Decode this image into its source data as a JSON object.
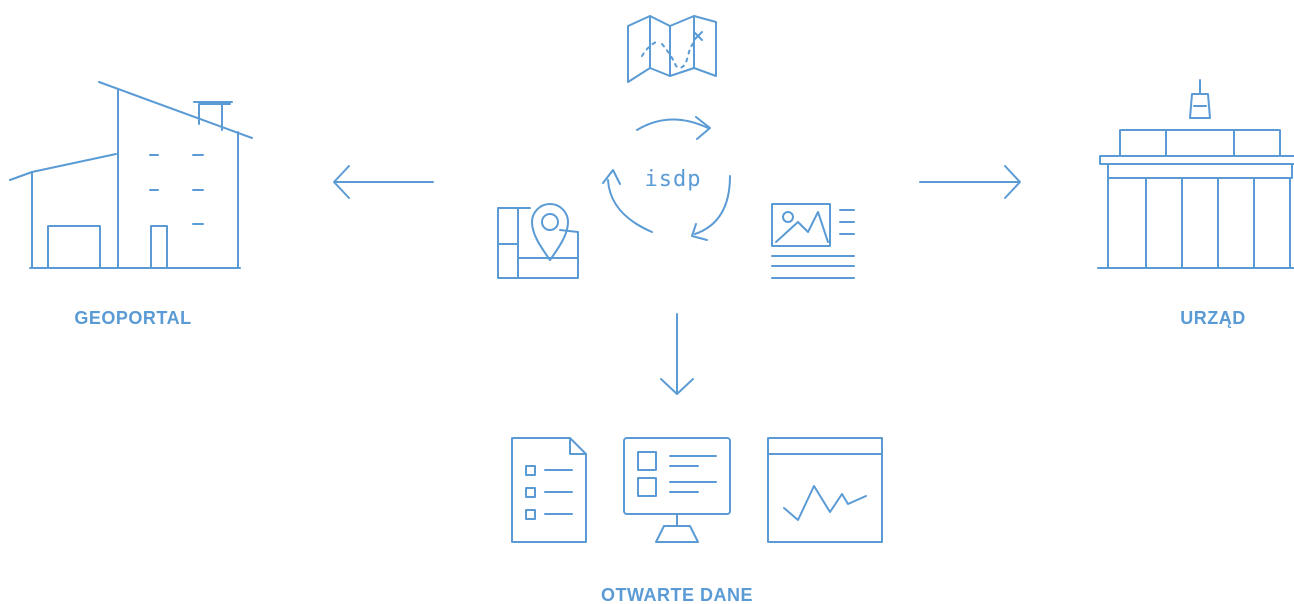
{
  "nodes": {
    "center": {
      "label": "isdp",
      "icon": "cycle-arrows-icon"
    },
    "left": {
      "label": "GEOPORTAL",
      "icon": "house-icon"
    },
    "right": {
      "label": "URZĄD",
      "icon": "government-building-icon"
    },
    "bottom": {
      "label": "OTWARTE DANE",
      "icons": [
        "checklist-document-icon",
        "computer-monitor-icon",
        "chart-window-icon"
      ]
    }
  },
  "center_icons": [
    "folded-map-icon",
    "map-pin-icon",
    "image-document-icon"
  ],
  "colors": {
    "line": "#5b9bd5",
    "background": "#ffffff"
  }
}
